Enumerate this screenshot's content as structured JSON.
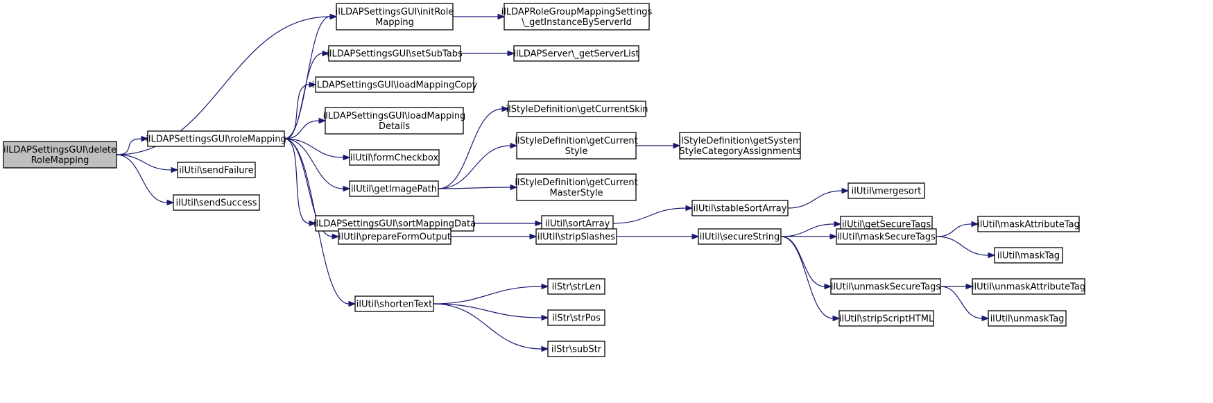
{
  "graph": {
    "colors": {
      "edge": "#191970",
      "root_fill": "#bfbfbf",
      "node_fill": "#ffffff",
      "node_border": "#000000"
    },
    "nodes": {
      "n0": {
        "lines": [
          "ilLDAPSettingsGUI\\delete",
          "RoleMapping"
        ],
        "root": true
      },
      "n1": {
        "lines": [
          "ilLDAPSettingsGUI\\roleMapping"
        ]
      },
      "n2": {
        "lines": [
          "ilUtil\\sendFailure"
        ]
      },
      "n3": {
        "lines": [
          "ilUtil\\sendSuccess"
        ]
      },
      "n4": {
        "lines": [
          "ilLDAPSettingsGUI\\initRole",
          "Mapping"
        ]
      },
      "n5": {
        "lines": [
          "ilLDAPSettingsGUI\\setSubTabs"
        ]
      },
      "n6": {
        "lines": [
          "ilLDAPSettingsGUI\\loadMappingCopy"
        ]
      },
      "n7": {
        "lines": [
          "ilLDAPSettingsGUI\\loadMapping",
          "Details"
        ]
      },
      "n8": {
        "lines": [
          "ilUtil\\formCheckbox"
        ]
      },
      "n9": {
        "lines": [
          "ilUtil\\getImagePath"
        ]
      },
      "n10": {
        "lines": [
          "ilLDAPSettingsGUI\\sortMappingData"
        ]
      },
      "n11": {
        "lines": [
          "ilUtil\\prepareFormOutput"
        ]
      },
      "n12": {
        "lines": [
          "ilUtil\\shortenText"
        ]
      },
      "n13": {
        "lines": [
          "ilLDAPRoleGroupMappingSettings",
          "\\_getInstanceByServerId"
        ]
      },
      "n14": {
        "lines": [
          "ilLDAPServer\\_getServerList"
        ]
      },
      "n15": {
        "lines": [
          "ilStyleDefinition\\getCurrentSkin"
        ]
      },
      "n16": {
        "lines": [
          "ilStyleDefinition\\getCurrent",
          "Style"
        ]
      },
      "n17": {
        "lines": [
          "ilStyleDefinition\\getCurrent",
          "MasterStyle"
        ]
      },
      "n18": {
        "lines": [
          "ilUtil\\sortArray"
        ]
      },
      "n19": {
        "lines": [
          "ilUtil\\stripSlashes"
        ]
      },
      "n20": {
        "lines": [
          "ilStr\\strLen"
        ]
      },
      "n21": {
        "lines": [
          "ilStr\\strPos"
        ]
      },
      "n22": {
        "lines": [
          "ilStr\\subStr"
        ]
      },
      "n23": {
        "lines": [
          "ilStyleDefinition\\getSystem",
          "StyleCategoryAssignments"
        ]
      },
      "n24": {
        "lines": [
          "ilUtil\\stableSortArray"
        ]
      },
      "n25": {
        "lines": [
          "ilUtil\\secureString"
        ]
      },
      "n26": {
        "lines": [
          "ilUtil\\mergesort"
        ]
      },
      "n27": {
        "lines": [
          "ilUtil\\getSecureTags"
        ]
      },
      "n28": {
        "lines": [
          "ilUtil\\maskSecureTags"
        ]
      },
      "n29": {
        "lines": [
          "ilUtil\\unmaskSecureTags"
        ]
      },
      "n30": {
        "lines": [
          "ilUtil\\stripScriptHTML"
        ]
      },
      "n31": {
        "lines": [
          "ilUtil\\maskAttributeTag"
        ]
      },
      "n32": {
        "lines": [
          "ilUtil\\maskTag"
        ]
      },
      "n33": {
        "lines": [
          "ilUtil\\unmaskAttributeTag"
        ]
      },
      "n34": {
        "lines": [
          "ilUtil\\unmaskTag"
        ]
      }
    },
    "edges": [
      [
        "n0",
        "n4"
      ],
      [
        "n0",
        "n1"
      ],
      [
        "n0",
        "n2"
      ],
      [
        "n0",
        "n3"
      ],
      [
        "n1",
        "n4"
      ],
      [
        "n1",
        "n5"
      ],
      [
        "n1",
        "n6"
      ],
      [
        "n1",
        "n7"
      ],
      [
        "n1",
        "n8"
      ],
      [
        "n1",
        "n9"
      ],
      [
        "n1",
        "n10"
      ],
      [
        "n1",
        "n11"
      ],
      [
        "n1",
        "n12"
      ],
      [
        "n4",
        "n13"
      ],
      [
        "n5",
        "n14"
      ],
      [
        "n9",
        "n15"
      ],
      [
        "n9",
        "n16"
      ],
      [
        "n9",
        "n17"
      ],
      [
        "n16",
        "n23"
      ],
      [
        "n10",
        "n18"
      ],
      [
        "n18",
        "n24"
      ],
      [
        "n24",
        "n26"
      ],
      [
        "n11",
        "n19"
      ],
      [
        "n19",
        "n25"
      ],
      [
        "n25",
        "n27"
      ],
      [
        "n25",
        "n28"
      ],
      [
        "n25",
        "n29"
      ],
      [
        "n25",
        "n30"
      ],
      [
        "n28",
        "n31"
      ],
      [
        "n28",
        "n32"
      ],
      [
        "n29",
        "n33"
      ],
      [
        "n29",
        "n34"
      ],
      [
        "n12",
        "n20"
      ],
      [
        "n12",
        "n21"
      ],
      [
        "n12",
        "n22"
      ]
    ]
  }
}
